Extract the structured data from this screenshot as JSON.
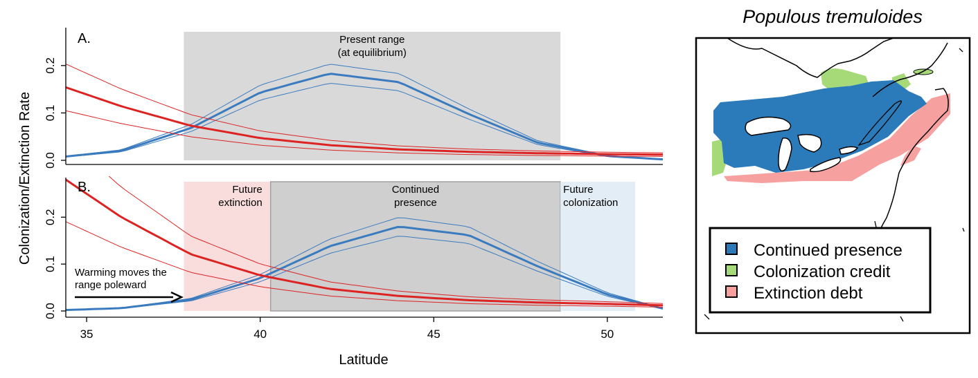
{
  "chart_data": [
    {
      "type": "line",
      "panel_label": "A.",
      "ylabel": "Colonization/Extinction Rate",
      "xlim": [
        34.4,
        51.6
      ],
      "ylim": [
        0,
        0.28
      ],
      "yticks": [
        0.0,
        0.1,
        0.2
      ],
      "ytick_labels": [
        "0.0",
        "0.1",
        "0.2"
      ],
      "regions": [
        {
          "label": "Present range\n(at equilibrium)",
          "x0": 37.8,
          "x1": 48.65,
          "color": "#d9d9d9"
        }
      ],
      "series": [
        {
          "role": "colonization",
          "color": "#3a7bbf",
          "x": [
            34.4,
            36,
            38,
            40,
            42,
            44,
            46,
            48,
            50,
            51.6
          ],
          "y": [
            0.008,
            0.02,
            0.068,
            0.143,
            0.183,
            0.165,
            0.098,
            0.037,
            0.009,
            0.002
          ]
        },
        {
          "role": "extinction",
          "color": "#dd2222",
          "x": [
            34.4,
            36,
            38,
            40,
            42,
            44,
            46,
            48,
            50,
            51.6
          ],
          "y": [
            0.154,
            0.114,
            0.073,
            0.047,
            0.032,
            0.023,
            0.018,
            0.015,
            0.013,
            0.012
          ]
        }
      ]
    },
    {
      "type": "line",
      "panel_label": "B.",
      "xlabel": "Latitude",
      "xlim": [
        34.4,
        51.6
      ],
      "ylim": [
        0,
        0.28
      ],
      "xticks": [
        35,
        40,
        45,
        50
      ],
      "xtick_labels": [
        "35",
        "40",
        "45",
        "50"
      ],
      "yticks": [
        0.0,
        0.1,
        0.2
      ],
      "ytick_labels": [
        "0.0",
        "0.1",
        "0.2"
      ],
      "regions": [
        {
          "label": "Future\nextinction",
          "x0": 37.8,
          "x1": 40.3,
          "color": "#f9dcdc"
        },
        {
          "label": "Continued\npresence",
          "x0": 40.3,
          "x1": 48.65,
          "color": "#cfcfcf"
        },
        {
          "label": "Future\ncolonization",
          "x0": 48.65,
          "x1": 50.8,
          "color": "#e3edf5"
        }
      ],
      "annotation": "Warming moves the\nrange poleward",
      "series": [
        {
          "role": "colonization",
          "color": "#3a7bbf",
          "x": [
            34.4,
            36,
            38,
            40,
            42,
            44,
            46,
            48,
            50,
            51.6
          ],
          "y": [
            0.002,
            0.006,
            0.024,
            0.07,
            0.138,
            0.18,
            0.162,
            0.095,
            0.035,
            0.005
          ]
        },
        {
          "role": "extinction",
          "color": "#dd2222",
          "x": [
            34.4,
            36,
            38,
            40,
            42,
            44,
            46,
            48,
            50,
            51.6
          ],
          "y": [
            0.28,
            0.2,
            0.121,
            0.076,
            0.047,
            0.032,
            0.023,
            0.018,
            0.015,
            0.012
          ]
        }
      ]
    }
  ],
  "map": {
    "title": "Populous tremuloides",
    "legend": [
      {
        "label": "Continued presence",
        "color": "#2b7bba"
      },
      {
        "label": "Colonization credit",
        "color": "#a6d977"
      },
      {
        "label": "Extinction debt",
        "color": "#f7a0a0"
      }
    ]
  }
}
